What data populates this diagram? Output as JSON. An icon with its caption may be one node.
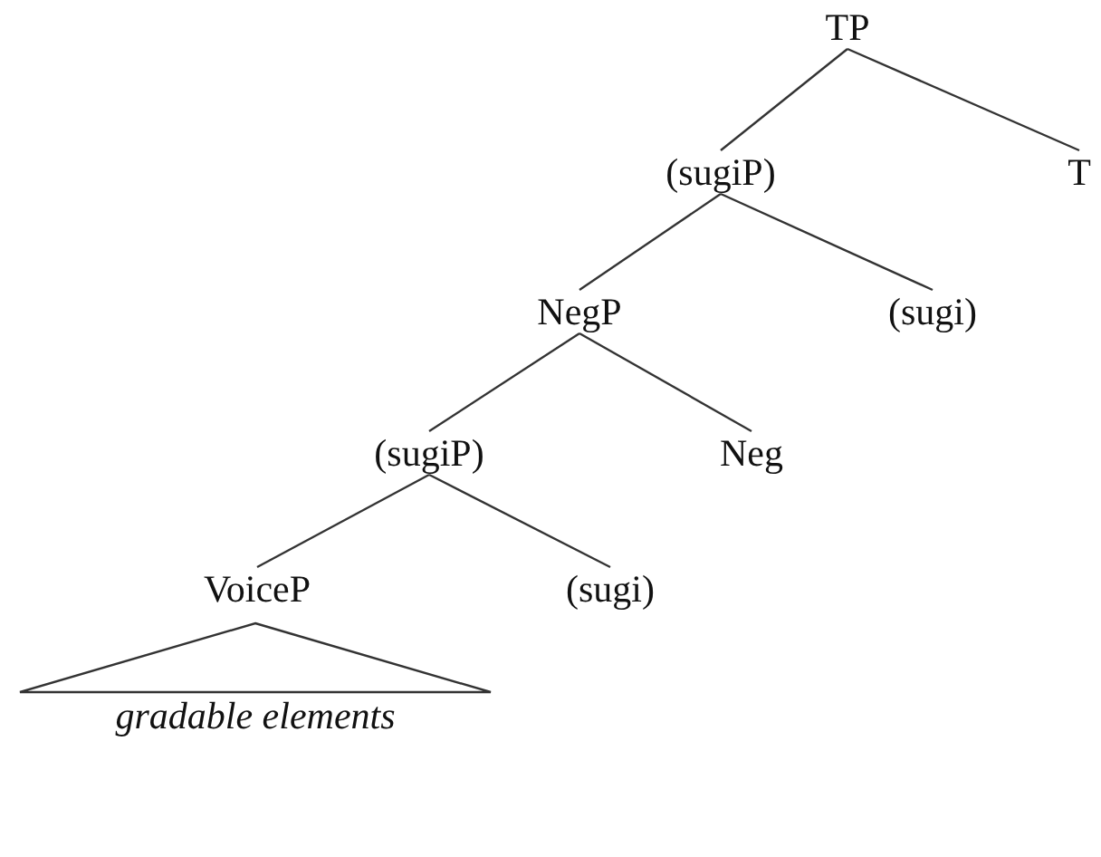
{
  "diagram": {
    "nodes": [
      {
        "text": [
          "TP"
        ]
      },
      {
        "text": [
          "(sugiP)"
        ]
      },
      {
        "text": [
          "T"
        ]
      },
      {
        "text": [
          "NegP"
        ]
      },
      {
        "text": [
          "(sugi)"
        ]
      },
      {
        "text": [
          "(sugiP)"
        ]
      },
      {
        "text": [
          "Neg"
        ]
      },
      {
        "text": [
          "VoiceP"
        ]
      },
      {
        "text": [
          "(sugi)"
        ]
      },
      {
        "text": [
          "gradable elements"
        ]
      }
    ],
    "edges": [
      {
        "from": 0,
        "to": 1,
        "arrow": "none"
      },
      {
        "from": 0,
        "to": 2,
        "arrow": "none"
      },
      {
        "from": 1,
        "to": 3,
        "arrow": "none"
      },
      {
        "from": 1,
        "to": 4,
        "arrow": "none"
      },
      {
        "from": 3,
        "to": 5,
        "arrow": "none"
      },
      {
        "from": 3,
        "to": 6,
        "arrow": "none"
      },
      {
        "from": 5,
        "to": 7,
        "arrow": "none"
      },
      {
        "from": 5,
        "to": 8,
        "arrow": "none"
      }
    ]
  }
}
